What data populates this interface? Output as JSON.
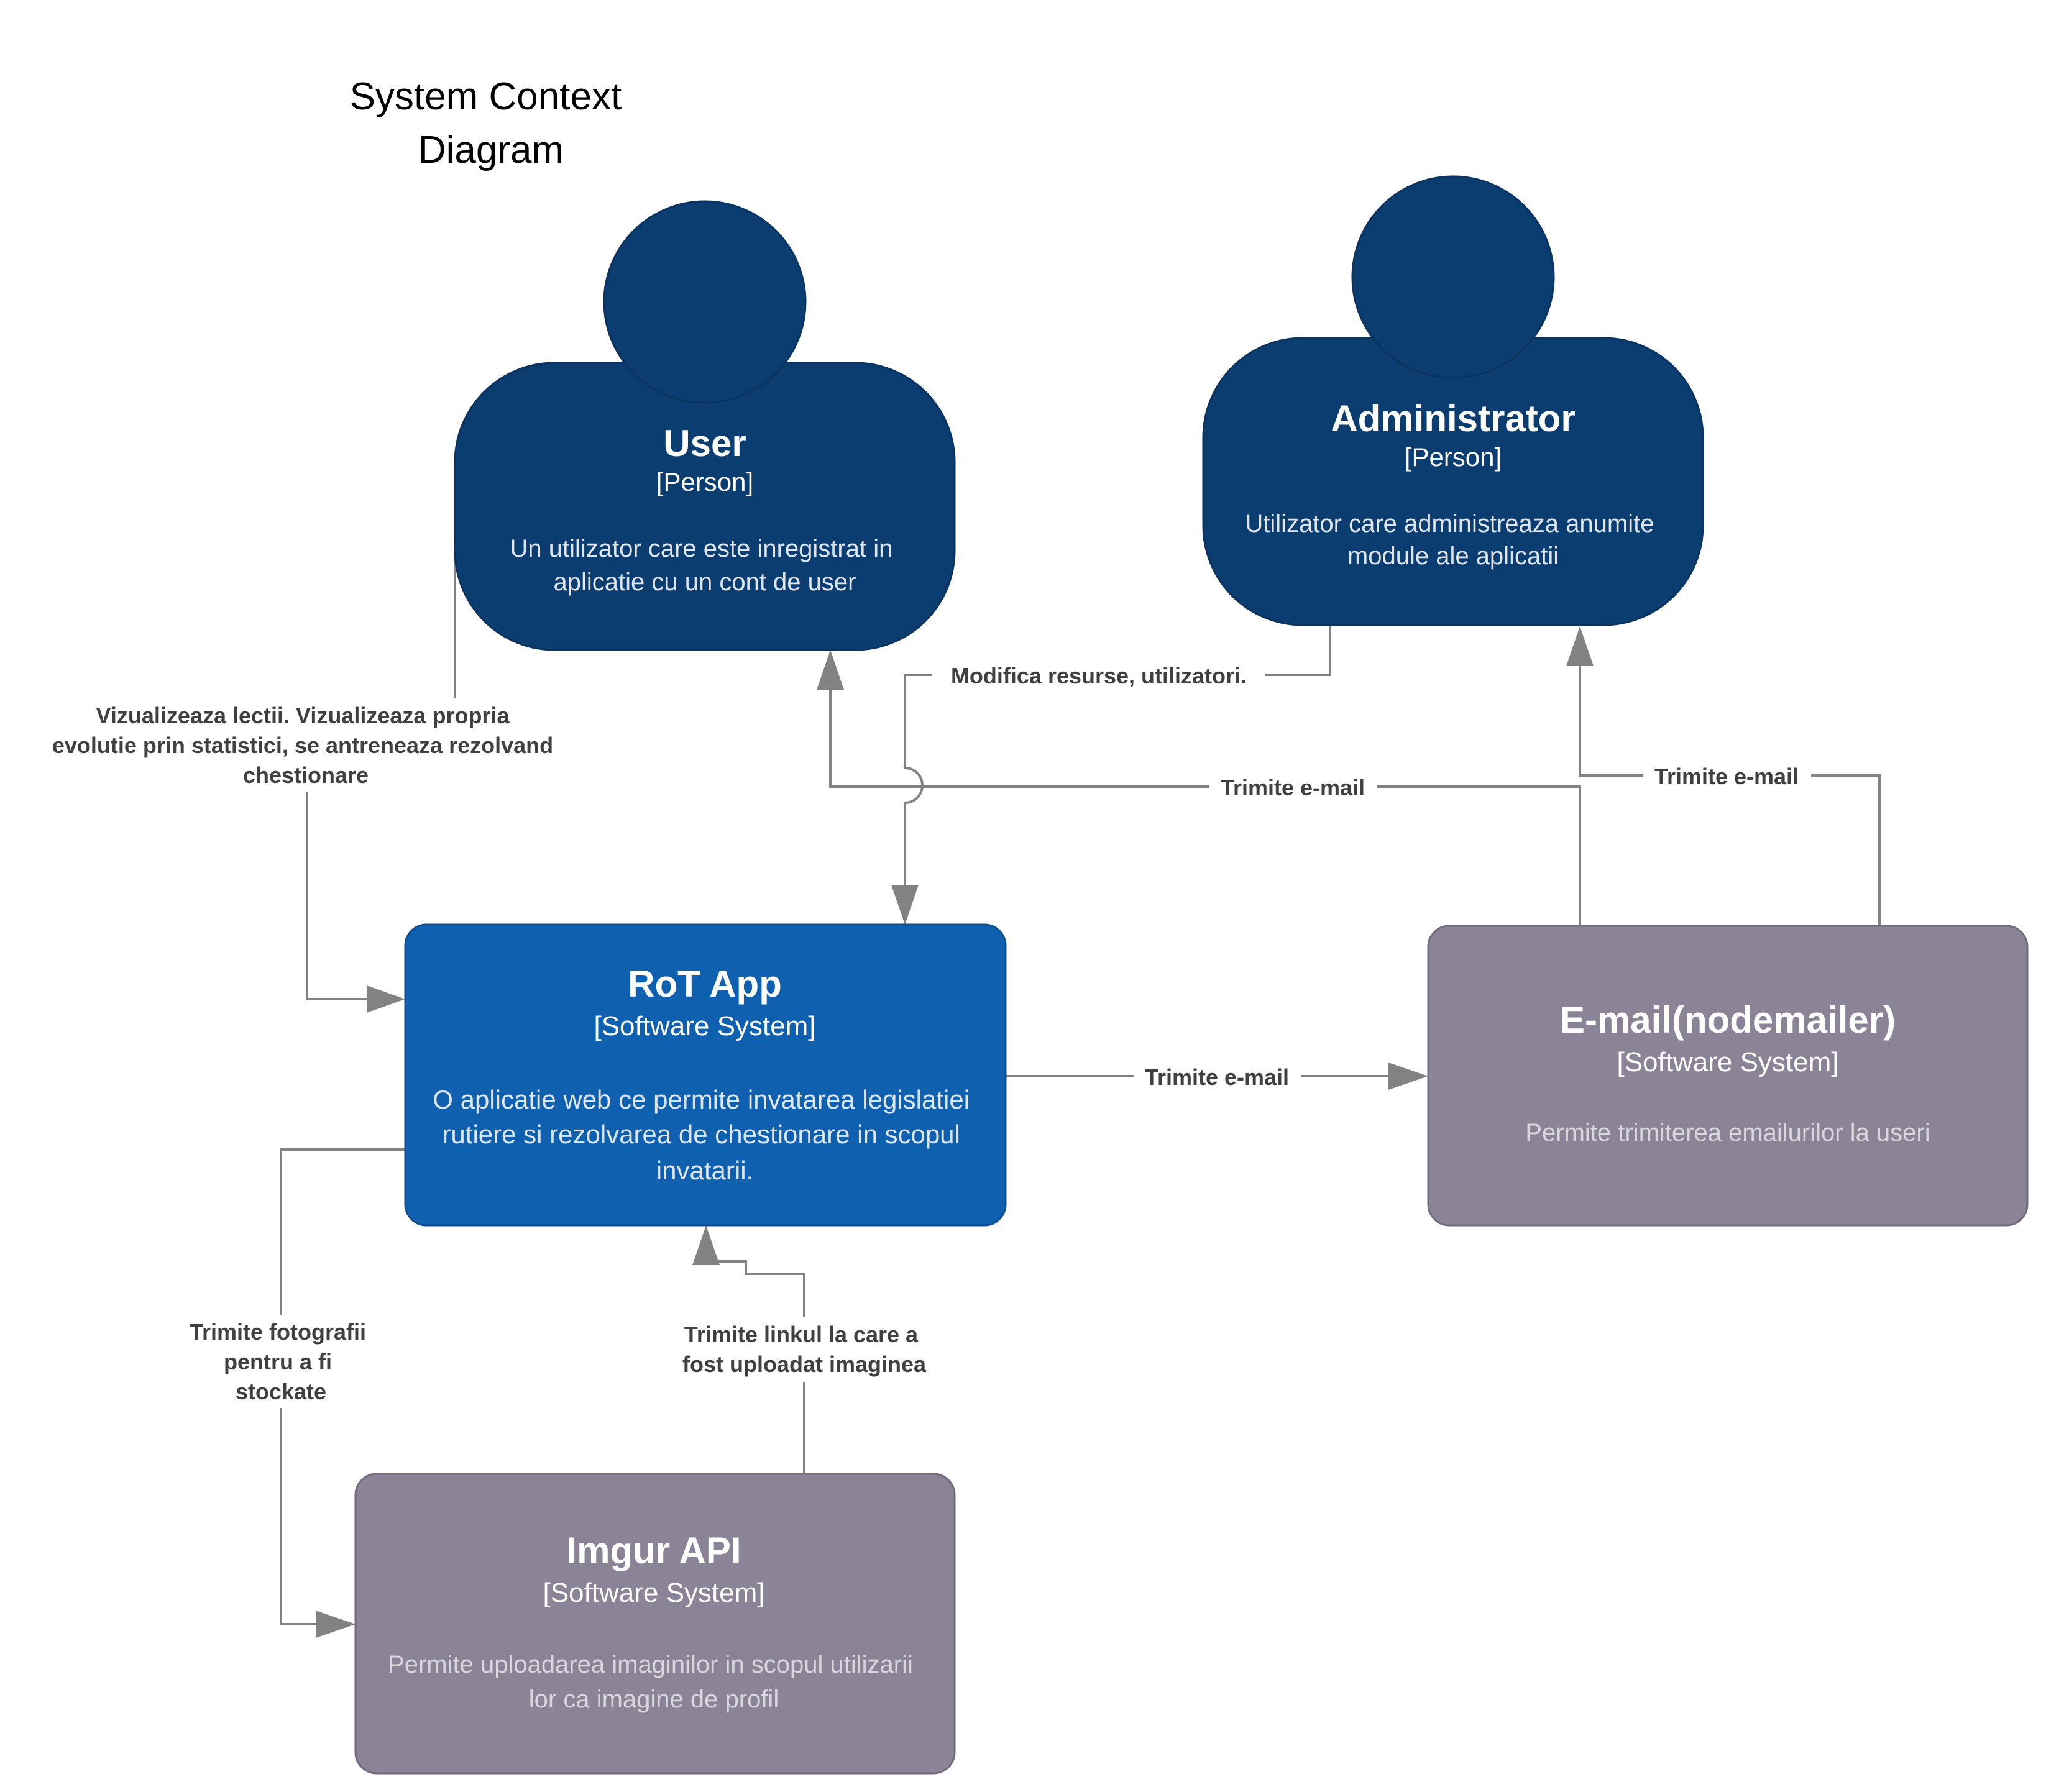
{
  "title": {
    "lines": [
      "System Context",
      "Diagram"
    ]
  },
  "colors": {
    "person": "#0b3d70",
    "person_stroke": "#0a3360",
    "system": "#1060b0",
    "system_stroke": "#0d4f92",
    "external": "#8b8496",
    "external_stroke": "#726b7d",
    "edge": "#828282",
    "edge_label": "#404040"
  },
  "nodes": {
    "user": {
      "name": "User",
      "type": "[Person]",
      "description": [
        "Un utilizator care este inregistrat in",
        "aplicatie cu un cont de user"
      ],
      "icon": "person-icon"
    },
    "admin": {
      "name": "Administrator",
      "type": "[Person]",
      "description": [
        "Utilizator care administreaza anumite",
        "module ale aplicatii"
      ],
      "icon": "person-icon"
    },
    "rot": {
      "name": "RoT App",
      "type": "[Software System]",
      "description": [
        "O aplicatie web ce permite invatarea legislatiei",
        "rutiere si rezolvarea de chestionare in scopul",
        "invatarii."
      ]
    },
    "email": {
      "name": "E-mail(nodemailer)",
      "type": "[Software System]",
      "description": [
        "Permite trimiterea emailurilor la useri"
      ]
    },
    "imgur": {
      "name": "Imgur API",
      "type": "[Software System]",
      "description": [
        "Permite uploadarea imaginilor in scopul utilizarii",
        "lor ca imagine de profil"
      ]
    }
  },
  "edges": {
    "user_rot": [
      "Vizualizeaza lectii. Vizualizeaza propria",
      "evolutie prin statistici, se antreneaza rezolvand",
      "chestionare"
    ],
    "admin_rot": [
      "Modifica resurse, utilizatori."
    ],
    "email_user": [
      "Trimite e-mail"
    ],
    "email_admin": [
      "Trimite e-mail"
    ],
    "rot_email": [
      "Trimite e-mail"
    ],
    "rot_imgur": [
      "Trimite fotografii",
      "pentru a fi",
      "stockate"
    ],
    "imgur_rot": [
      "Trimite linkul la care a",
      "fost uploadat imaginea"
    ]
  }
}
